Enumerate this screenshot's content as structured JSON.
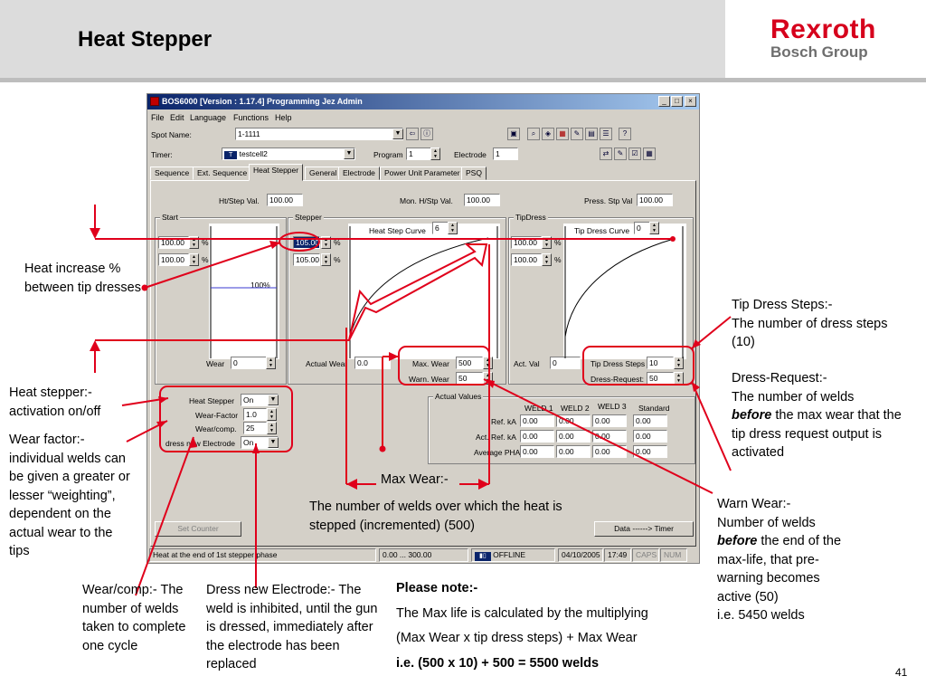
{
  "slide": {
    "title": "Heat Stepper",
    "page_number": "41"
  },
  "logo": {
    "line1": "Rexroth",
    "line2": "Bosch Group"
  },
  "window": {
    "title": "BOS6000 [Version : 1.17.4] Programming Jez Admin",
    "controls": [
      "_",
      "□",
      "×"
    ]
  },
  "menu": [
    "File",
    "Edit",
    "Language",
    "Functions",
    "Help"
  ],
  "toolbar": {
    "spot_label": "Spot Name:",
    "spot_value": "1-1111",
    "timer_label": "Timer:",
    "timer_badge": "T",
    "timer_value": "testcell2",
    "program_label": "Program",
    "program_value": "1",
    "electrode_label": "Electrode",
    "electrode_value": "1"
  },
  "tabs": [
    "Sequence",
    "Ext. Sequence",
    "Heat Stepper",
    "General",
    "Electrode",
    "Power Unit Parameter",
    "PSQ"
  ],
  "active_tab": "Heat Stepper",
  "top_fields": {
    "ht_step_label": "Ht/Step Val.",
    "ht_step_value": "100.00",
    "mon_label": "Mon. H/Stp Val.",
    "mon_value": "100.00",
    "press_label": "Press. Stp Val",
    "press_value": "100.00"
  },
  "start_group": {
    "title": "Start",
    "v1": "100.00",
    "v2": "100.00",
    "unit": "%",
    "line_label": "100%",
    "wear_label": "Wear",
    "wear_value": "0"
  },
  "stepper_group": {
    "title": "Stepper",
    "curve_label": "Heat Step Curve",
    "curve_value": "6",
    "v1": "105.00",
    "v2": "105.00",
    "unit": "%",
    "actual_wear_label": "Actual Wear",
    "actual_wear_value": "0.0",
    "max_wear_label": "Max. Wear",
    "max_wear_value": "500",
    "warn_wear_label": "Warn. Wear",
    "warn_wear_value": "50"
  },
  "tipdress_group": {
    "title": "TipDress",
    "curve_label": "Tip Dress Curve",
    "curve_value": "0",
    "v1": "100.00",
    "v2": "100.00",
    "unit": "%",
    "act_val_label": "Act. Val",
    "act_val_value": "0",
    "steps_label": "Tip Dress Steps",
    "steps_value": "10",
    "request_label": "Dress-Request:",
    "request_value": "50"
  },
  "settings": {
    "heat_stepper_label": "Heat Stepper",
    "heat_stepper_value": "On",
    "wear_factor_label": "Wear-Factor",
    "wear_factor_value": "1.0",
    "wear_comp_label": "Wear/comp.",
    "wear_comp_value": "25",
    "dress_label": "dress new Electrode",
    "dress_value": "On"
  },
  "actual_values": {
    "title": "Actual Values",
    "columns": [
      "WELD 1",
      "WELD 2",
      "WELD 3",
      "Standard"
    ],
    "rows": [
      {
        "label": "Ref. kA",
        "values": [
          "0.00",
          "0.00",
          "0.00",
          "0.00"
        ]
      },
      {
        "label": "Act. Ref. kA",
        "values": [
          "0.00",
          "0.00",
          "0.00",
          "0.00"
        ]
      },
      {
        "label": "Average PHA",
        "values": [
          "0.00",
          "0.00",
          "0.00",
          "0.00"
        ]
      }
    ]
  },
  "buttons": {
    "set_counter": "Set Counter",
    "data_timer": "Data ------> Timer"
  },
  "statusbar": {
    "message": "Heat at the end of 1st stepper phase",
    "range": "0.00 ... 300.00",
    "mode": "OFFLINE",
    "date": "04/10/2005",
    "time": "17:49",
    "caps": "CAPS",
    "num": "NUM"
  },
  "annotations": {
    "heat_increase": "Heat increase % between tip dresses",
    "heat_stepper": "Heat stepper:- activation on/off",
    "wear_factor": "Wear factor:- individual welds can be given a greater or lesser “weighting”, dependent on the actual wear to the tips",
    "wear_comp": "Wear/comp:- The number of welds taken to complete one cycle",
    "dress_new": "Dress new Electrode:- The weld is inhibited, until the gun is dressed, immediately after the electrode has been replaced",
    "max_wear_title": "Max Wear:-",
    "max_wear_text": "The number of welds over which the heat is stepped (incremented)",
    "max_wear_value": "(500)",
    "tip_dress_title": "Tip Dress Steps:-",
    "tip_dress_text": "The number of dress steps (10)",
    "dress_request_title": "Dress-Request:-",
    "dress_request_pre": "The number of welds",
    "dress_request_em": "before",
    "dress_request_post": "the max wear that the tip dress request output is activated",
    "warn_wear_title": "Warn Wear:-",
    "warn_wear_pre": "Number of welds",
    "warn_wear_em": "before",
    "warn_wear_post": "the end of the max-life, that pre-warning becomes active (50)",
    "warn_wear_example": "i.e. 5450 welds",
    "note_title": "Please note:-",
    "note_line1": "The Max life is calculated by the multiplying",
    "note_line2": "(Max Wear x tip dress steps) + Max Wear",
    "note_line3": "i.e. (500 x 10) + 500 = 5500 welds"
  },
  "colors": {
    "accent_red": "#e0001b",
    "title_blue": "#0a246a",
    "logo_red": "#d6001c",
    "logo_gray": "#6e6e6e",
    "window_gray": "#d4d0c8"
  }
}
